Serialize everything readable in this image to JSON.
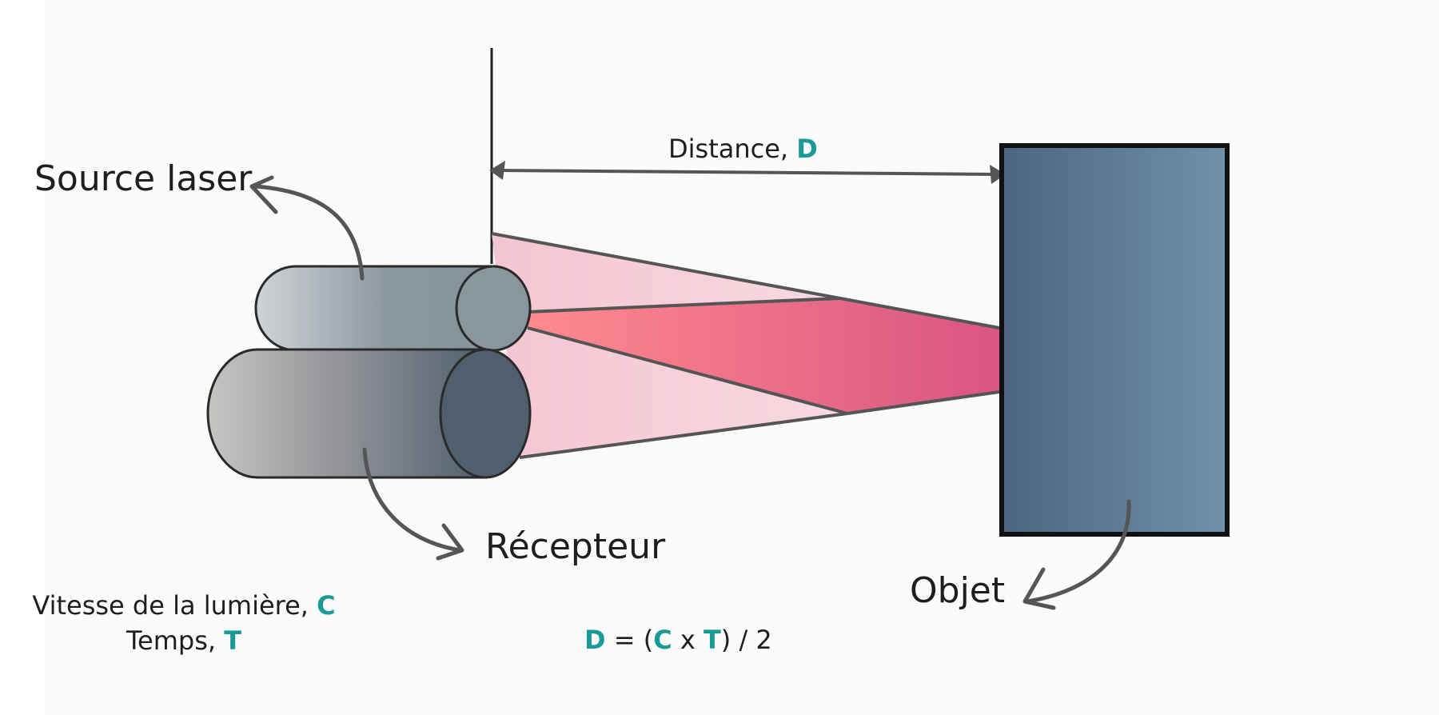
{
  "labels": {
    "source": "Source laser",
    "receiver": "Récepteur",
    "object": "Objet",
    "distance_text": "Distance, ",
    "distance_symbol": "D"
  },
  "variables": {
    "speed_text": "Vitesse de la lumière, ",
    "speed_symbol": "C",
    "time_text": "Temps, ",
    "time_symbol": "T"
  },
  "formula": {
    "lhs": "D",
    "eq_open": " = (",
    "c": "C",
    "times": " x ",
    "t": "T",
    "close": ") / 2"
  },
  "colors": {
    "accent": "#1a9a96",
    "object_dark": "#4d6580",
    "object_light": "#6f91ab",
    "beam_light": "#f4c5d2",
    "beam_core_start": "#ff8a8e",
    "beam_core_end": "#d95583",
    "line": "#555555"
  }
}
